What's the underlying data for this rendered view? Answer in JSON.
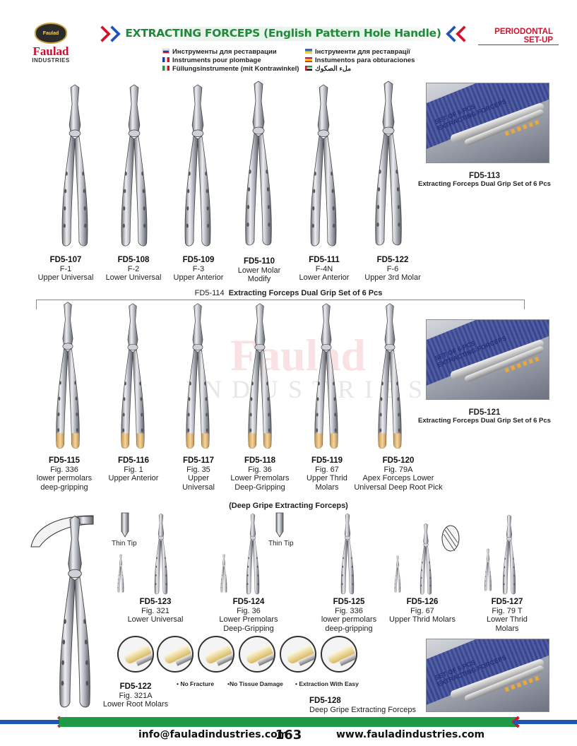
{
  "brand": {
    "badge": "Faulad",
    "name": "Faulad",
    "sub": "INDUSTRIES"
  },
  "header": {
    "title": "EXTRACTING FORCEPS (English Pattern Hole Handle)",
    "section_line1": "PERIODONTAL",
    "section_line2": "SET-UP"
  },
  "languages": [
    {
      "flag": "ru",
      "text": "Инструменты для реставрации"
    },
    {
      "flag": "fr",
      "text": "Instruments pour plombage"
    },
    {
      "flag": "it",
      "text": "Füllungsinstrumente (mit Kontrawinkel)"
    },
    {
      "flag": "ua",
      "text": "Інструменти для реставрації"
    },
    {
      "flag": "es",
      "text": "Instumentos para obturaciones"
    },
    {
      "flag": "ae",
      "text": "ملء الصكوك"
    }
  ],
  "row1": [
    {
      "code": "FD5-107",
      "line1": "F-1",
      "line2": "Upper Universal"
    },
    {
      "code": "FD5-108",
      "line1": "F-2",
      "line2": "Lower Universal"
    },
    {
      "code": "FD5-109",
      "line1": "F-3",
      "line2": "Upper Anterior"
    },
    {
      "code": "FD5-110",
      "line1": "Lower Molar",
      "line2": "Modify"
    },
    {
      "code": "FD5-111",
      "line1": "F-4N",
      "line2": "Lower Anterior"
    },
    {
      "code": "FD5-122",
      "line1": "F-6",
      "line2": "Upper 3rd Molar"
    }
  ],
  "set_box_text": {
    "line1": "SET OF 6 PCS",
    "line2": "EXTRACTING FORCEPS"
  },
  "set1": {
    "code": "FD5-113",
    "desc": "Extracting Forceps Dual Grip Set of 6 Pcs"
  },
  "row2_label": {
    "code": "FD5-114",
    "desc": "Extracting Forceps Dual Grip Set of 6 Pcs"
  },
  "watermark": {
    "line1": "Faulad",
    "line2": "INDUSTRIES"
  },
  "row2": [
    {
      "code": "FD5-115",
      "line1": "Fig. 336",
      "line2": "lower permolars",
      "line3": "deep-gripping"
    },
    {
      "code": "FD5-116",
      "line1": "Fig. 1",
      "line2": "Upper Anterior",
      "line3": ""
    },
    {
      "code": "FD5-117",
      "line1": "Fig. 35",
      "line2": "Upper",
      "line3": "Universal"
    },
    {
      "code": "FD5-118",
      "line1": "Fig. 36",
      "line2": "Lower Premolars",
      "line3": "Deep-Gripping"
    },
    {
      "code": "FD5-119",
      "line1": "Fig. 67",
      "line2": "Upper Thrid",
      "line3": "Molars"
    },
    {
      "code": "FD5-120",
      "line1": "Fig. 79A",
      "line2": "Apex Forceps Lower",
      "line3": "Universal Deep Root Pick"
    }
  ],
  "set2": {
    "code": "FD5-121",
    "desc": "Extracting Forceps Dual Grip Set of 6 Pcs"
  },
  "deep_title": "(Deep Gripe Extracting Forceps)",
  "thin_tip": "Thin Tip",
  "row3": [
    {
      "code": "FD5-123",
      "line1": "Fig. 321",
      "line2": "Lower Universal",
      "line3": ""
    },
    {
      "code": "FD5-124",
      "line1": "Fig. 36",
      "line2": "Lower Premolars",
      "line3": "Deep-Gripping"
    },
    {
      "code": "FD5-125",
      "line1": "Fig. 336",
      "line2": "lower permolars",
      "line3": "deep-gripping"
    },
    {
      "code": "FD5-126",
      "line1": "Fig. 67",
      "line2": "Upper Thrid Molars",
      "line3": ""
    },
    {
      "code": "FD5-127",
      "line1": "Fig. 79 T",
      "line2": "Lower Thrid",
      "line3": "Molars"
    }
  ],
  "big_item": {
    "code": "FD5-122",
    "line1": "Fig. 321A",
    "line2": "Lower Root Molars"
  },
  "features": [
    "• No Fracture",
    "•No Tissue Damage",
    "• Extraction With Easy"
  ],
  "set3": {
    "code": "FD5-128",
    "desc": "Deep Gripe Extracting Forceps"
  },
  "footer": {
    "email": "info@fauladindustries.com",
    "page": "163",
    "web": "www.fauladindustries.com"
  },
  "colors": {
    "title_green": "#1f8a3a",
    "accent_red": "#d0142c",
    "accent_blue": "#1c57b3",
    "footer_green": "#1f9a47",
    "tip_gold": "#e8b870"
  }
}
